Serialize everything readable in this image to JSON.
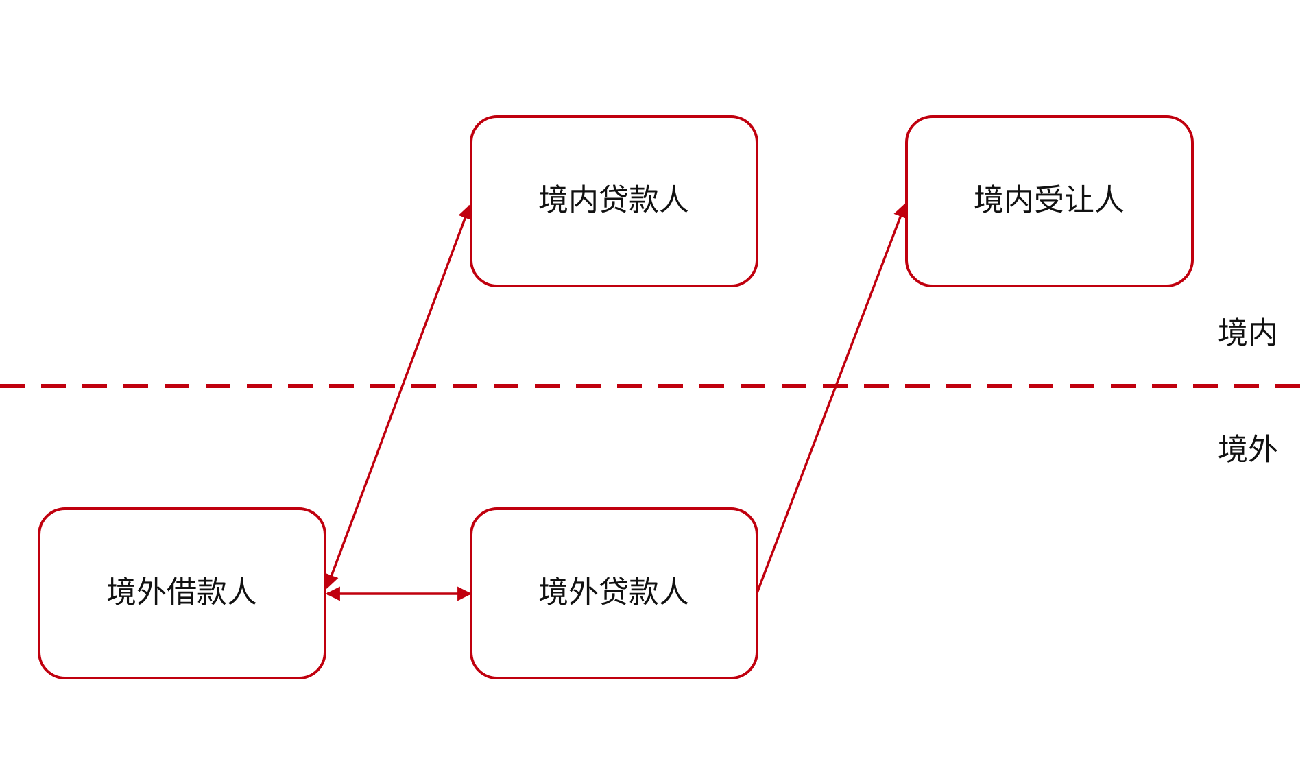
{
  "colors": {
    "accent": "#c0000e",
    "text": "#111111",
    "background": "#ffffff"
  },
  "zones": {
    "domestic": "境内",
    "overseas": "境外"
  },
  "nodes": {
    "domestic_lender": "境内贷款人",
    "domestic_assignee": "境内受让人",
    "overseas_borrower": "境外借款人",
    "overseas_lender": "境外贷款人"
  },
  "edges": [
    {
      "from": "overseas_borrower",
      "to": "domestic_lender",
      "arrows": "both"
    },
    {
      "from": "overseas_borrower",
      "to": "overseas_lender",
      "arrows": "both"
    },
    {
      "from": "overseas_lender",
      "to": "domestic_assignee",
      "arrows": "end"
    }
  ]
}
